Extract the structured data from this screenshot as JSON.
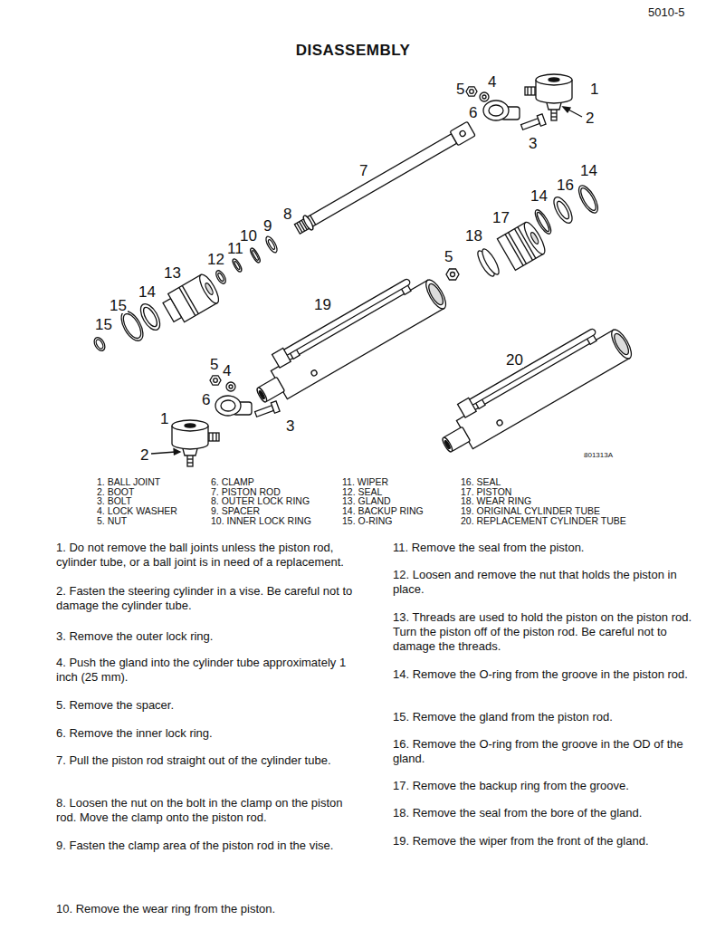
{
  "diagram": {
    "title": "DISASSEMBLY",
    "labels": [
      "5010-5",
      "5",
      "4",
      "1",
      "6",
      "2",
      "3",
      "7",
      "14",
      "16",
      "14",
      "17",
      "18",
      "5",
      "8",
      "9",
      "10",
      "11",
      "12",
      "13",
      "14",
      "15",
      "15",
      "19",
      "5",
      "4",
      "6",
      "1",
      "3",
      "2",
      "20",
      "801313A",
      "1. BALL JOINT",
      "2. BOOT",
      "3. BOLT",
      "4. LOCK WASHER",
      "5. NUT",
      "6. CLAMP",
      "7. PISTON ROD",
      "8. OUTER LOCK RING",
      "9. SPACER",
      "10. INNER LOCK RING",
      "11. WIPER",
      "12. SEAL",
      "13. GLAND",
      "14. BACKUP RING",
      "15. O-RING",
      "16. SEAL",
      "17. PISTON",
      "18. WEAR RING",
      "19. ORIGINAL CYLINDER TUBE",
      "20. REPLACEMENT CYLINDER TUBE",
      "1. Do not remove the ball joints unless the piston rod, cylinder tube, or a ball joint is in need of a replacement.",
      "2. Fasten the steering cylinder in a vise. Be careful not to damage the cylinder tube.",
      "3. Remove the outer lock ring.",
      "4. Push the gland into the cylinder tube approximately 1 inch (25 mm).",
      "5. Remove the spacer.",
      "6. Remove the inner lock ring.",
      "7. Pull the piston rod straight out of the cylinder tube.",
      "8. Loosen the nut on the bolt in the clamp on the piston rod. Move the clamp onto the piston rod.",
      "9. Fasten the clamp area of the piston rod in the vise.",
      "10. Remove the wear ring from the piston.",
      "11. Remove the seal from the piston.",
      "12. Loosen and remove the nut that holds the piston in place.",
      "13. Threads are used to hold the piston on the piston rod. Turn the piston off of the piston rod. Be careful not to damage the threads.",
      "14. Remove the O-ring from the groove in the piston rod.",
      "15. Remove the gland from the piston rod.",
      "16. Remove the O-ring from the groove in the OD of the gland.",
      "17. Remove the backup ring from the groove.",
      "18. Remove the seal from the bore of the gland.",
      "19. Remove the wiper from the front of the gland."
    ]
  }
}
